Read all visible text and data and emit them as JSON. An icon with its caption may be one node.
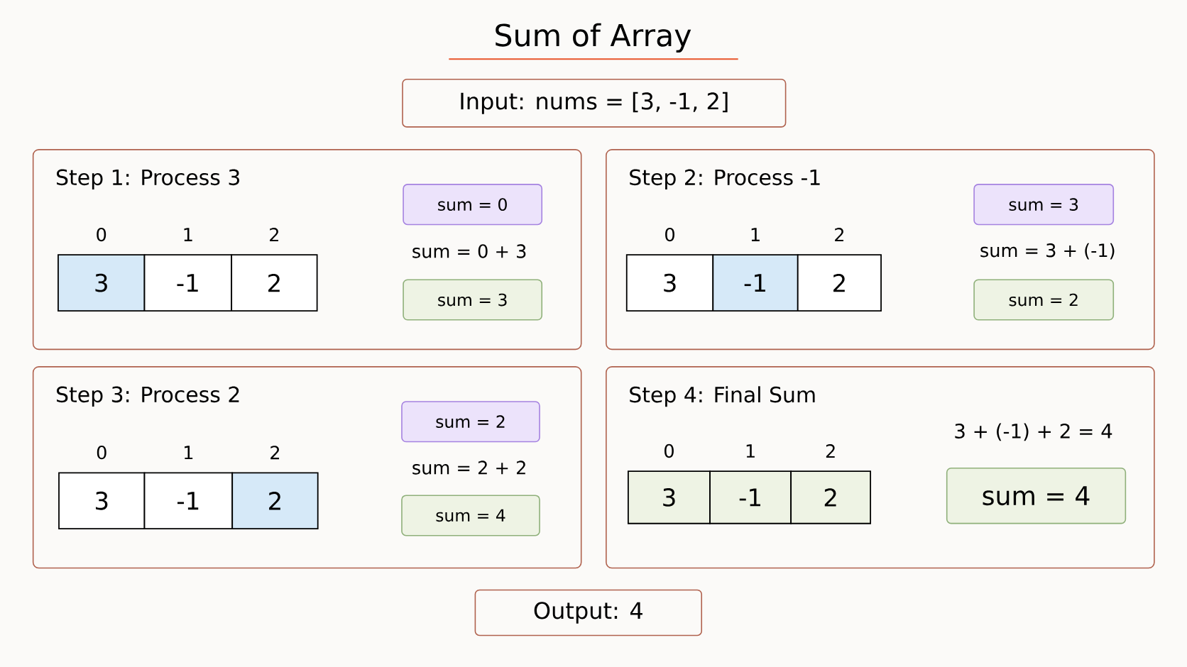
{
  "diagram": {
    "title": "Sum of Array",
    "nodes": [
      {
        "text": [
          "Input: nums = [3, -1, 2]"
        ]
      },
      {
        "text": [
          "Step 1: Process 3"
        ]
      },
      {
        "text": [
          "3"
        ],
        "in": 1,
        "beside": [
          "0"
        ]
      },
      {
        "text": [
          "-1"
        ],
        "in": 1,
        "beside": [
          "1"
        ]
      },
      {
        "text": [
          "2"
        ],
        "in": 1,
        "beside": [
          "2"
        ]
      },
      {
        "text": [
          "sum = 0"
        ],
        "in": 1
      },
      {
        "text": [
          "sum = 3"
        ],
        "in": 1
      },
      {
        "text": [
          "Step 2: Process -1"
        ]
      },
      {
        "text": [
          "3"
        ],
        "in": 7,
        "beside": [
          "0"
        ]
      },
      {
        "text": [
          "-1"
        ],
        "in": 7,
        "beside": [
          "1"
        ]
      },
      {
        "text": [
          "2"
        ],
        "in": 7,
        "beside": [
          "2"
        ]
      },
      {
        "text": [
          "sum = 3"
        ],
        "in": 7
      },
      {
        "text": [
          "sum = 2"
        ],
        "in": 7
      },
      {
        "text": [
          "Step 3: Process 2"
        ]
      },
      {
        "text": [
          "3"
        ],
        "in": 13,
        "beside": [
          "0"
        ]
      },
      {
        "text": [
          "-1"
        ],
        "in": 13,
        "beside": [
          "1"
        ]
      },
      {
        "text": [
          "2"
        ],
        "in": 13,
        "beside": [
          "2"
        ]
      },
      {
        "text": [
          "sum = 2"
        ],
        "in": 13
      },
      {
        "text": [
          "sum = 4"
        ],
        "in": 13
      },
      {
        "text": [
          "Step 4: Final Sum"
        ]
      },
      {
        "text": [
          "3"
        ],
        "in": 19,
        "beside": [
          "0"
        ]
      },
      {
        "text": [
          "-1"
        ],
        "in": 19,
        "beside": [
          "1"
        ]
      },
      {
        "text": [
          "2"
        ],
        "in": 19,
        "beside": [
          "2"
        ]
      },
      {
        "text": [
          "sum = 4"
        ],
        "in": 19
      },
      {
        "text": [
          "Output: 4"
        ]
      }
    ],
    "labels": [
      "sum = 0 + 3",
      "sum = 3 + (-1)",
      "sum = 2 + 2",
      "3 + (-1) + 2 = 4"
    ]
  }
}
